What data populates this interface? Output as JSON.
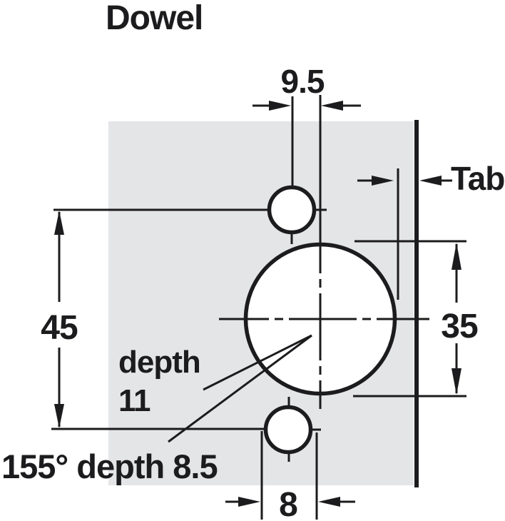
{
  "title": "Dowel",
  "colors": {
    "background": "#ffffff",
    "panel_fill": "#e4e5e7",
    "line": "#1c1c1e",
    "hole_fill": "#ffffff"
  },
  "labels": {
    "tab": "Tab",
    "top_dimension": "9.5",
    "left_dimension": "45",
    "right_dimension": "35",
    "bottom_dimension": "8",
    "depth_note_line1": "depth",
    "depth_note_line2": "11",
    "angle_depth_note": "155° depth 8.5"
  },
  "drawing": {
    "type": "hinge-cup-drilling-pattern",
    "cup_hole_diameter_label": "35",
    "cup_hole_depth_label": "11",
    "dowel_hole_diameter_label": "8",
    "dowel_hole_depth_label": "8.5",
    "opening_angle_label": "155°",
    "cup_center_to_dowel_axis_label": "9.5",
    "dowel_hole_spacing_label": "45",
    "edge_distance_label": "Tab"
  }
}
